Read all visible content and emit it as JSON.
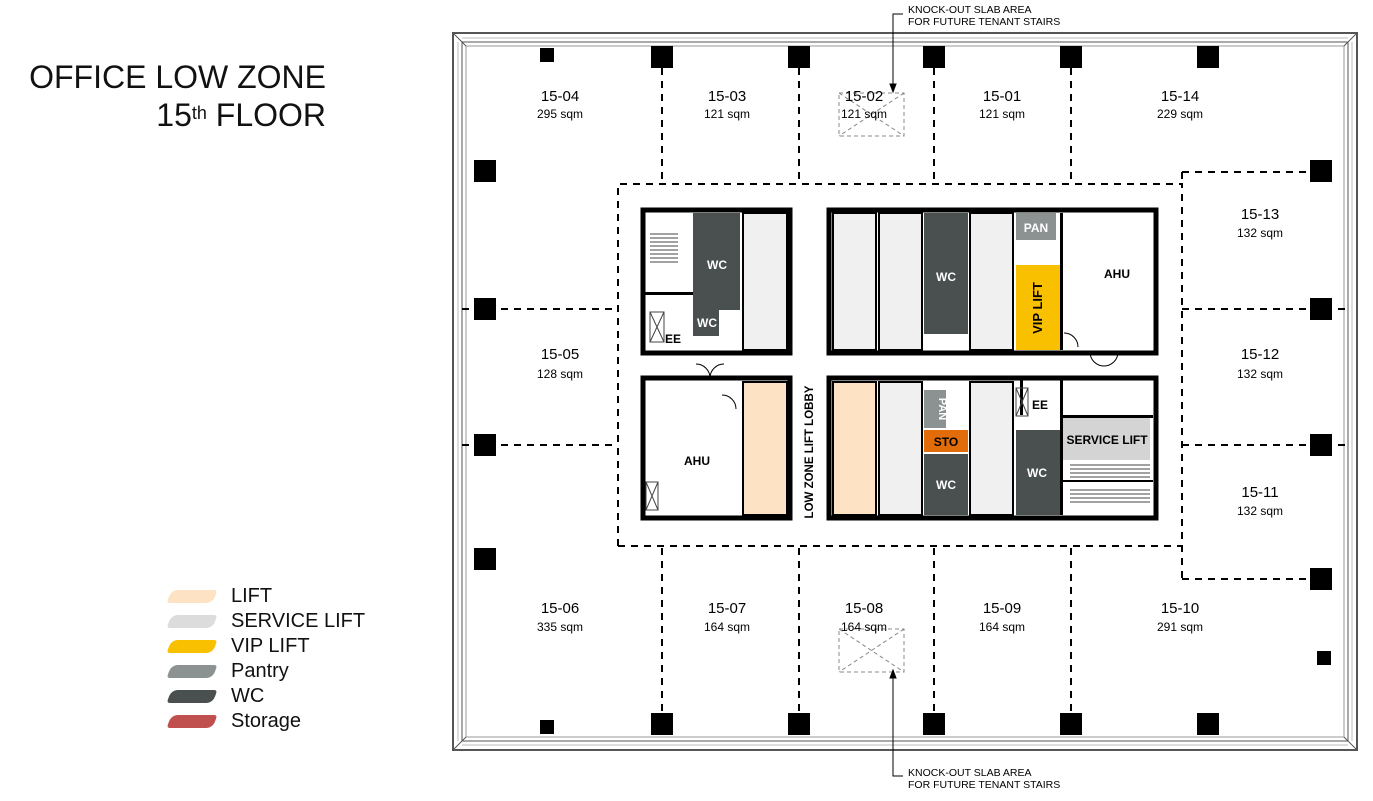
{
  "title": {
    "line1": "OFFICE LOW ZONE",
    "line2_num": "15",
    "line2_sup": "th",
    "line2_rest": " FLOOR"
  },
  "legend": [
    {
      "label": "LIFT",
      "color": "#fde3c4"
    },
    {
      "label": "SERVICE LIFT",
      "color": "#dcdcdc"
    },
    {
      "label": "VIP LIFT",
      "color": "#f9c000"
    },
    {
      "label": "Pantry",
      "color": "#8c9192"
    },
    {
      "label": "WC",
      "color": "#4a4f50"
    },
    {
      "label": "Storage",
      "color": "#c0504d"
    }
  ],
  "units": [
    {
      "id": "15-04",
      "area": "295 sqm"
    },
    {
      "id": "15-03",
      "area": "121 sqm"
    },
    {
      "id": "15-02",
      "area": "121 sqm"
    },
    {
      "id": "15-01",
      "area": "121 sqm"
    },
    {
      "id": "15-14",
      "area": "229 sqm"
    },
    {
      "id": "15-13",
      "area": "132 sqm"
    },
    {
      "id": "15-05",
      "area": "128 sqm"
    },
    {
      "id": "15-12",
      "area": "132 sqm"
    },
    {
      "id": "15-11",
      "area": "132 sqm"
    },
    {
      "id": "15-06",
      "area": "335 sqm"
    },
    {
      "id": "15-07",
      "area": "164 sqm"
    },
    {
      "id": "15-08",
      "area": "164 sqm"
    },
    {
      "id": "15-09",
      "area": "164 sqm"
    },
    {
      "id": "15-10",
      "area": "291 sqm"
    }
  ],
  "rooms": {
    "wc": "WC",
    "ee": "EE",
    "ahu": "AHU",
    "pan": "PAN",
    "vip_lift": "VIP LIFT",
    "sto": "STO",
    "service_lift": "SERVICE LIFT",
    "lobby": "LOW ZONE LIFT LOBBY"
  },
  "notes": {
    "top_line1": "KNOCK-OUT SLAB AREA",
    "top_line2": "FOR FUTURE TENANT STAIRS",
    "bottom_line1": "KNOCK-OUT SLAB AREA",
    "bottom_line2": "FOR FUTURE TENANT STAIRS"
  }
}
